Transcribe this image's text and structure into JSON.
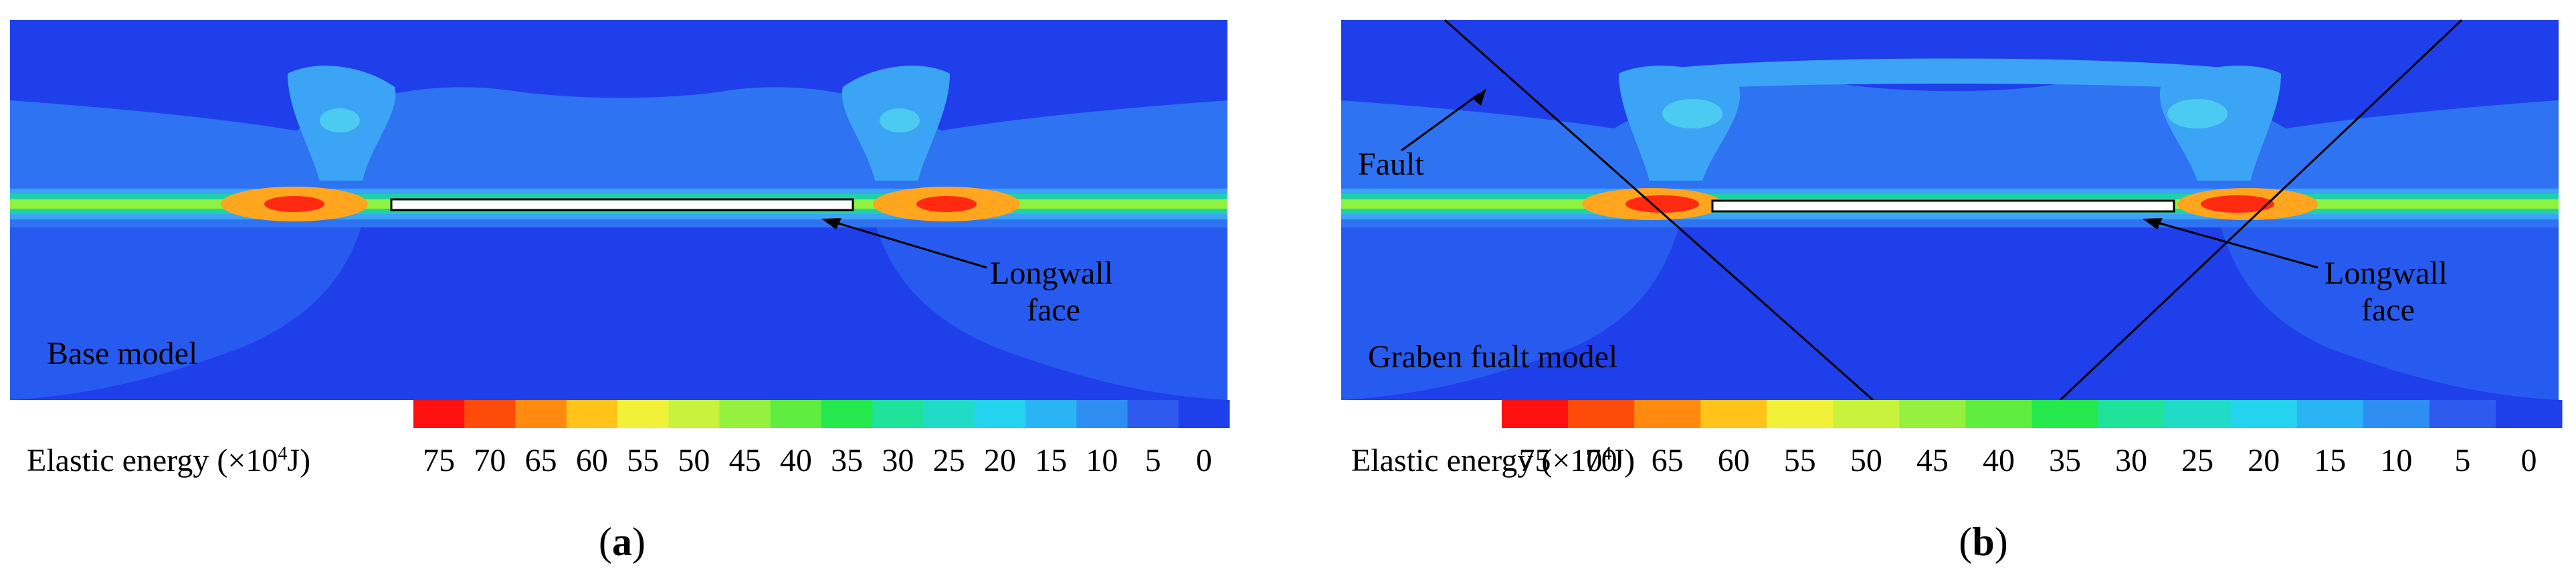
{
  "colors": {
    "background": "#1f3fea",
    "zone_1": "#2e73f2",
    "zone_2": "#3ca4f5",
    "zone_3": "#4ccbf2",
    "band_mid": "#22d0a8",
    "band_core": "#8ff23f",
    "peak_outer": "#ffa51e",
    "peak_core": "#ff2a10"
  },
  "legend": {
    "title_prefix": "Elastic energy (×10",
    "title_exponent": "4",
    "title_suffix": "J)",
    "ticks": [
      "75",
      "70",
      "65",
      "60",
      "55",
      "50",
      "45",
      "40",
      "35",
      "30",
      "25",
      "20",
      "15",
      "10",
      "5",
      "0"
    ],
    "swatches": [
      "#ff1010",
      "#ff4b0a",
      "#ff8a0f",
      "#ffc31a",
      "#f2f13a",
      "#c8f23c",
      "#95f03f",
      "#5fee3f",
      "#24e84c",
      "#1fe39a",
      "#20dcc7",
      "#24d4ef",
      "#2bb4f4",
      "#2e8ef2",
      "#2e5bee",
      "#1f3fea"
    ]
  },
  "panel_a": {
    "model_label": "Base model",
    "longwall_label_line1": "Longwall",
    "longwall_label_line2": "face",
    "caption_open": "(",
    "caption_letter": "a",
    "caption_close": ")"
  },
  "panel_b": {
    "model_label": "Graben fualt model",
    "fault_label": "Fault",
    "longwall_label_line1": "Longwall",
    "longwall_label_line2": "face",
    "caption_open": "(",
    "caption_letter": "b",
    "caption_close": ")"
  }
}
